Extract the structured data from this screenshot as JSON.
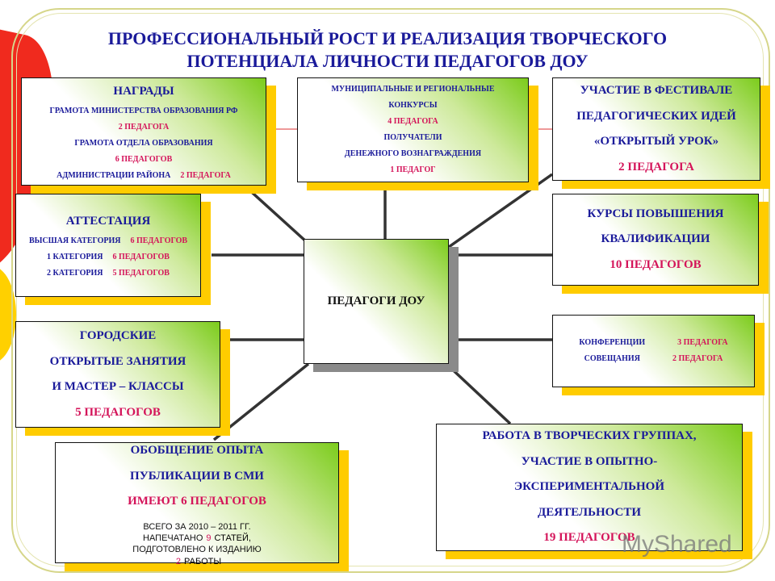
{
  "title": [
    "ПРОФЕССИОНАЛЬНЫЙ РОСТ И РЕАЛИЗАЦИЯ ТВОРЧЕСКОГО",
    "ПОТЕНЦИАЛА ЛИЧНОСТИ ПЕДАГОГОВ ДОУ"
  ],
  "colors": {
    "blue": "#1a1a9a",
    "red": "#d4145a",
    "black": "#111111"
  },
  "center": {
    "label": "ПЕДАГОГИ ДОУ"
  },
  "boxes": [
    {
      "id": "awards",
      "size": 10,
      "lines": [
        {
          "text": "НАГРАДЫ",
          "color": "#1a1a9a",
          "big": true
        },
        {
          "text": "ГРАМОТА МИНИСТЕРСТВА ОБРАЗОВАНИЯ РФ",
          "color": "#1a1a9a"
        },
        {
          "text": "2 ПЕДАГОГА",
          "color": "#d4145a"
        },
        {
          "text": "ГРАМОТА ОТДЕЛА ОБРАЗОВАНИЯ",
          "color": "#1a1a9a"
        },
        {
          "text": "6 ПЕДАГОГОВ",
          "color": "#d4145a"
        },
        {
          "text": "АДМИНИСТРАЦИИ РАЙОНА",
          "color": "#1a1a9a",
          "suffix": "2 ПЕДАГОГА"
        }
      ]
    },
    {
      "id": "contests",
      "size": 10,
      "lines": [
        {
          "text": "МУНИЦИПАЛЬНЫЕ И РЕГИОНАЛЬНЫЕ",
          "color": "#1a1a9a"
        },
        {
          "text": "КОНКУРСЫ",
          "color": "#1a1a9a"
        },
        {
          "text": "4 ПЕДАГОГА",
          "color": "#d4145a"
        },
        {
          "text": "ПОЛУЧАТЕЛИ",
          "color": "#1a1a9a"
        },
        {
          "text": "ДЕНЕЖНОГО ВОЗНАГРАЖДЕНИЯ",
          "color": "#1a1a9a"
        },
        {
          "text": "1 ПЕДАГОГ",
          "color": "#d4145a"
        }
      ]
    },
    {
      "id": "festival",
      "size": 15,
      "lines": [
        {
          "text": "УЧАСТИЕ В ФЕСТИВАЛЕ",
          "color": "#1a1a9a"
        },
        {
          "text": "ПЕДАГОГИЧЕСКИХ ИДЕЙ",
          "color": "#1a1a9a"
        },
        {
          "text": "«ОТКРЫТЫЙ УРОК»",
          "color": "#1a1a9a"
        },
        {
          "text": "2 ПЕДАГОГА",
          "color": "#d4145a"
        }
      ]
    },
    {
      "id": "attestation",
      "size": 10,
      "lines": [
        {
          "text": "АТТЕСТАЦИЯ",
          "color": "#1a1a9a",
          "big": true
        },
        {
          "text": "ВЫСШАЯ КАТЕГОРИЯ",
          "color": "#1a1a9a",
          "suffix": "6 ПЕДАГОГОВ"
        },
        {
          "text": "1 КАТЕГОРИЯ",
          "color": "#1a1a9a",
          "suffix": "6 ПЕДАГОГОВ"
        },
        {
          "text": "2 КАТЕГОРИЯ",
          "color": "#1a1a9a",
          "suffix": "5 ПЕДАГОГОВ"
        }
      ]
    },
    {
      "id": "courses",
      "size": 15,
      "lines": [
        {
          "text": "КУРСЫ ПОВЫШЕНИЯ",
          "color": "#1a1a9a"
        },
        {
          "text": "КВАЛИФИКАЦИИ",
          "color": "#1a1a9a"
        },
        {
          "text": "10 ПЕДАГОГОВ",
          "color": "#d4145a"
        }
      ]
    },
    {
      "id": "conferences",
      "size": 10,
      "lines": [
        {
          "text": "КОНФЕРЕНЦИИ",
          "color": "#1a1a9a",
          "suffix": "3 ПЕДАГОГА"
        },
        {
          "text": "СОВЕЩАНИЯ",
          "color": "#1a1a9a",
          "suffix": "2 ПЕДАГОГА"
        }
      ]
    },
    {
      "id": "open-lessons",
      "size": 15,
      "lines": [
        {
          "text": "ГОРОДСКИЕ",
          "color": "#1a1a9a"
        },
        {
          "text": "ОТКРЫТЫЕ ЗАНЯТИЯ",
          "color": "#1a1a9a"
        },
        {
          "text": "И МАСТЕР – КЛАССЫ",
          "color": "#1a1a9a"
        },
        {
          "text": "5 ПЕДАГОГОВ",
          "color": "#d4145a"
        }
      ]
    },
    {
      "id": "experience",
      "size": 15,
      "lines": [
        {
          "text": "ОБОБЩЕНИЕ ОПЫТА",
          "color": "#1a1a9a"
        },
        {
          "text": "ПУБЛИКАЦИИ В СМИ",
          "color": "#1a1a9a"
        },
        {
          "text": "ИМЕЮТ 6 ПЕДАГОГОВ",
          "color": "#d4145a"
        },
        {
          "text": "ВСЕГО ЗА  2010 – 2011 ГГ.",
          "color": "#111111",
          "small": true
        },
        {
          "text": "НАПЕЧАТАНО",
          "color": "#111111",
          "small": true,
          "num": "9",
          "rest": "СТАТЕЙ,"
        },
        {
          "text": "ПОДГОТОВЛЕНО К ИЗДАНИЮ",
          "color": "#111111",
          "small": true
        },
        {
          "text": "",
          "color": "#111111",
          "small": true,
          "num": "2",
          "rest": "РАБОТЫ"
        }
      ]
    },
    {
      "id": "creative-groups",
      "size": 15,
      "lines": [
        {
          "text": "РАБОТА В  ТВОРЧЕСКИХ ГРУППАХ,",
          "color": "#1a1a9a"
        },
        {
          "text": "УЧАСТИЕ В ОПЫТНО-",
          "color": "#1a1a9a"
        },
        {
          "text": "ЭКСПЕРИМЕНТАЛЬНОЙ",
          "color": "#1a1a9a"
        },
        {
          "text": "ДЕЯТЕЛЬНОСТИ",
          "color": "#1a1a9a"
        },
        {
          "text": "19 ПЕДАГОГОВ",
          "color": "#d4145a"
        }
      ]
    }
  ],
  "watermark": "MyShared"
}
